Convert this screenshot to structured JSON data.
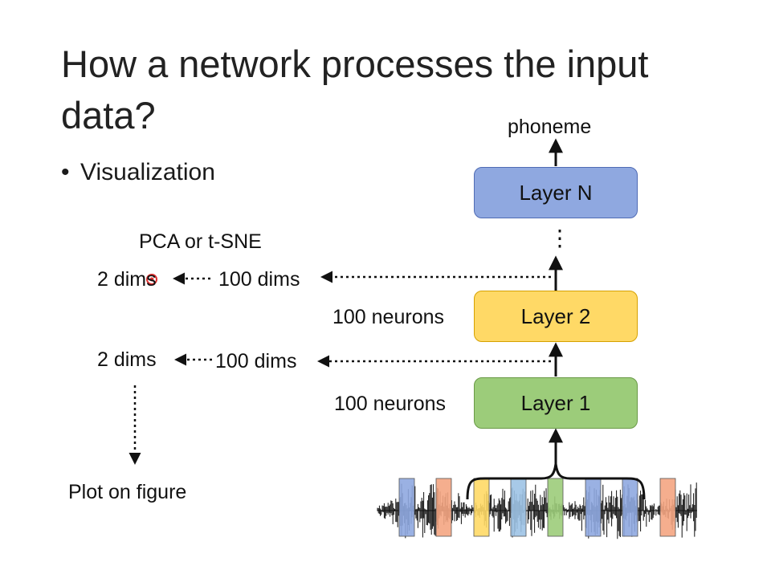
{
  "slide": {
    "title": "How a network processes the input data?",
    "bullet": "Visualization"
  },
  "network": {
    "output_label": "phoneme",
    "layers": [
      {
        "label": "Layer N",
        "fill": "#8fa8e0",
        "border": "#4f6bb4"
      },
      {
        "label": "Layer 2",
        "fill": "#ffd966",
        "border": "#d6a100"
      },
      {
        "label": "Layer 1",
        "fill": "#9ccc7a",
        "border": "#6a9a47"
      }
    ],
    "neurons_layer2": "100 neurons",
    "neurons_layer1": "100 neurons",
    "ellipsis": "⋮"
  },
  "projection": {
    "method": "PCA or t-SNE",
    "upper_low": "2 dims",
    "upper_high": "100 dims",
    "lower_low": "2 dims",
    "lower_high": "100 dims",
    "plot_label": "Plot on figure"
  },
  "input_frames": {
    "colors": [
      "#8fa8e0",
      "#f4a582",
      "#ffd966",
      "#9dc3e6",
      "#9ccc7a",
      "#8fa8e0",
      "#8fa8e0",
      "#f4a582"
    ]
  },
  "colors": {
    "arrow": "#111111",
    "cursor": "#e03030"
  }
}
